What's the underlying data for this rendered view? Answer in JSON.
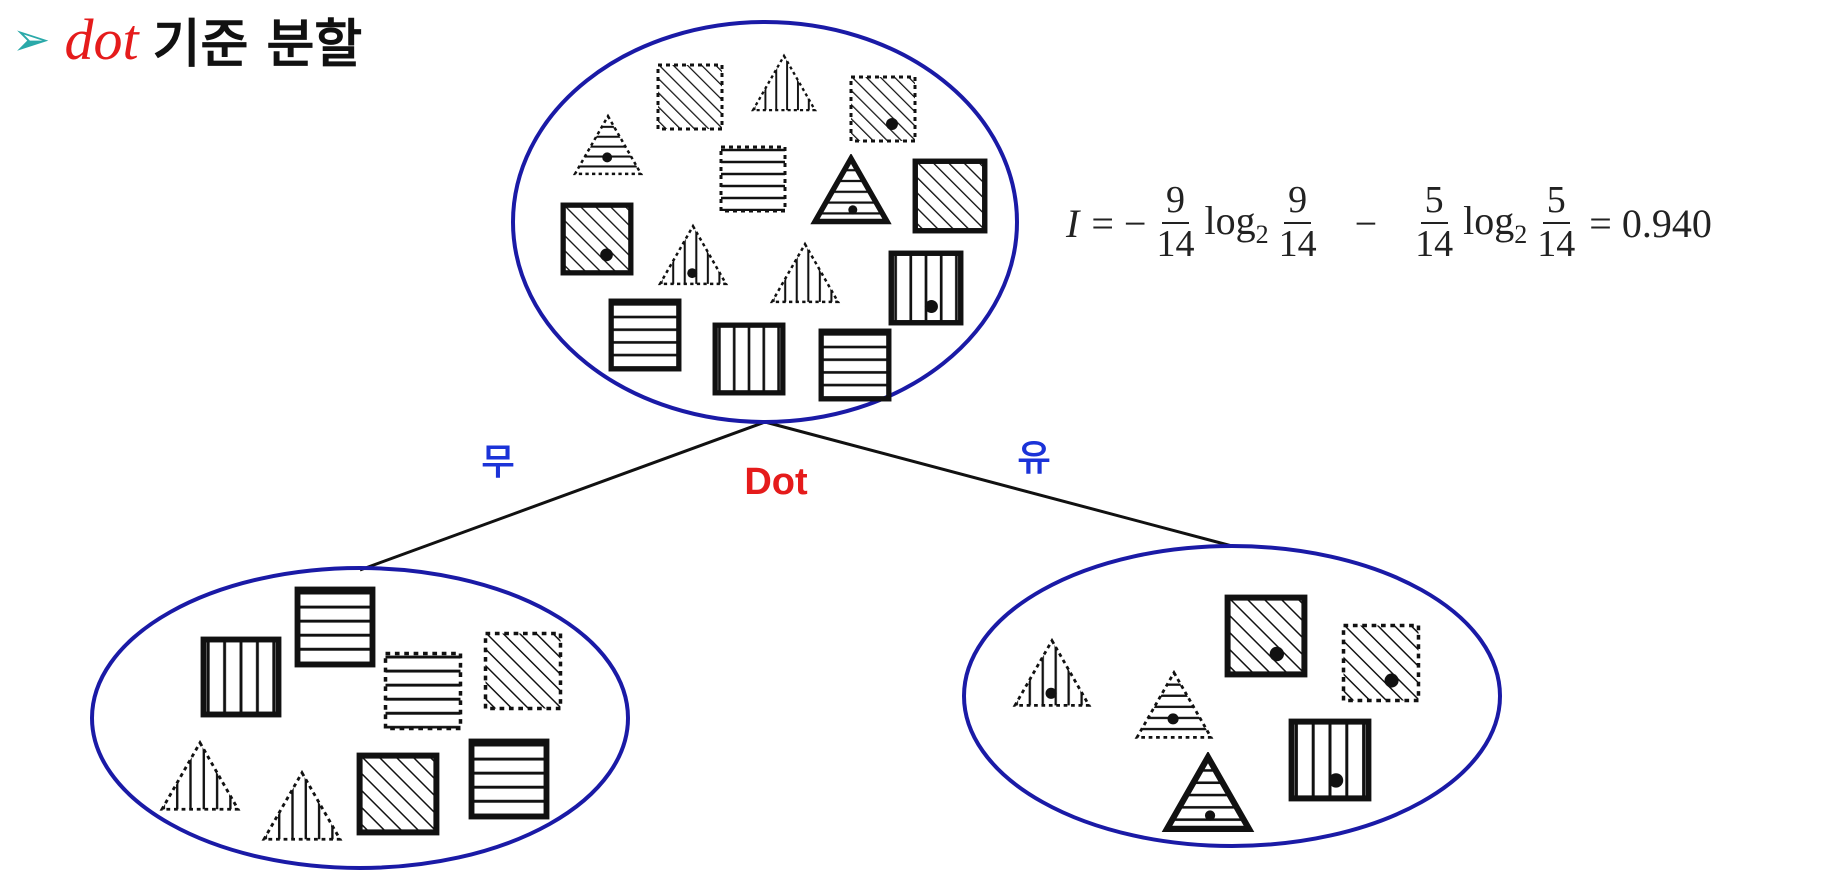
{
  "title": {
    "arrow": "➢",
    "keyword": "dot",
    "suffix": "기준 분할"
  },
  "formula": {
    "variable": "I",
    "equals": "=",
    "minus_sign": "−",
    "frac1": {
      "num": "9",
      "den": "14"
    },
    "log_label": "log",
    "log_base": "2",
    "frac2": {
      "num": "9",
      "den": "14"
    },
    "minus2": "−",
    "frac3": {
      "num": "5",
      "den": "14"
    },
    "frac4": {
      "num": "5",
      "den": "14"
    },
    "result": "= 0.940"
  },
  "split": {
    "attribute": "Dot",
    "left_branch": "무",
    "right_branch": "유"
  },
  "colors": {
    "accent_red": "#e51b1b",
    "branch_blue": "#1b33d8",
    "ellipse_blue": "#1a1aa6",
    "arrow_teal": "#2aa9a9",
    "ink": "#111111"
  }
}
